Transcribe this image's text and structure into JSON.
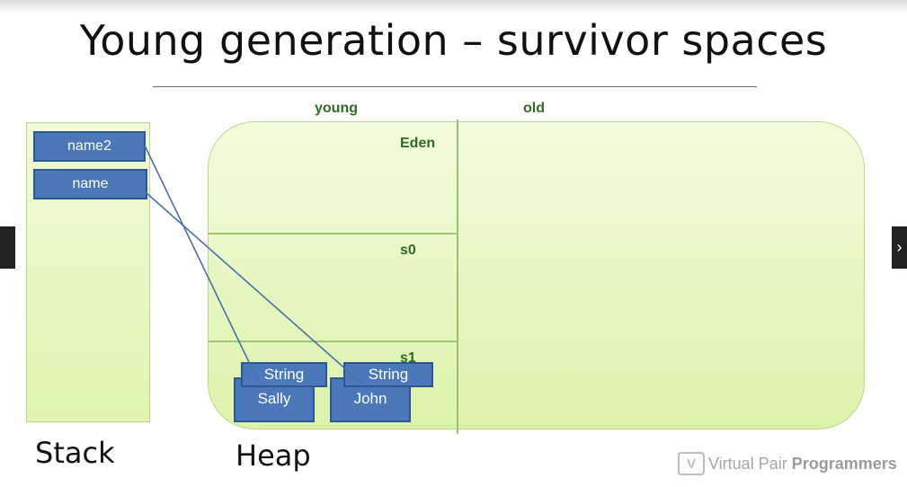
{
  "title": "Young generation – survivor spaces",
  "labels": {
    "young": "young",
    "old": "old",
    "eden": "Eden",
    "s0": "s0",
    "s1": "s1",
    "stack": "Stack",
    "heap": "Heap"
  },
  "stack_vars": [
    "name2",
    "name"
  ],
  "heap_objects": {
    "string1": "String",
    "string2": "String",
    "sally": "Sally",
    "john": "John"
  },
  "brand": {
    "logo": "V",
    "name_light": "Virtual Pair",
    "name_bold": "Programmers"
  },
  "nav": {
    "next_icon": "›"
  },
  "colors": {
    "object_fill": "#4a78b8",
    "region_green": "#dcf3ac",
    "label_green": "#2e6b22",
    "arrow": "#4a6fa8"
  }
}
